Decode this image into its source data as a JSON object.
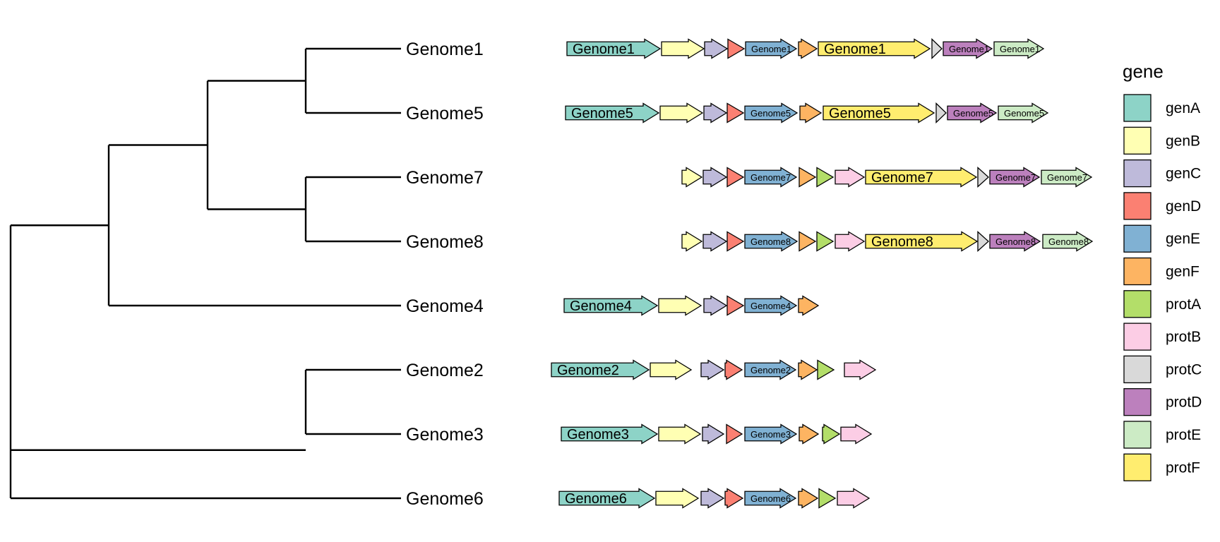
{
  "tree": {
    "tips_in_order": [
      "Genome1",
      "Genome5",
      "Genome7",
      "Genome8",
      "Genome4",
      "Genome2",
      "Genome3",
      "Genome6"
    ],
    "structure": [
      [
        [
          [
            "Genome1",
            "Genome5"
          ],
          [
            "Genome7",
            "Genome8"
          ]
        ],
        "Genome4"
      ],
      [
        [
          "Genome2",
          "Genome3"
        ],
        "Genome6"
      ]
    ]
  },
  "legend": {
    "title": "gene",
    "items": [
      {
        "gene": "genA",
        "color": "#8DD3C7"
      },
      {
        "gene": "genB",
        "color": "#FFFFB3"
      },
      {
        "gene": "genC",
        "color": "#BEBADA"
      },
      {
        "gene": "genD",
        "color": "#FB8072"
      },
      {
        "gene": "genE",
        "color": "#80B1D3"
      },
      {
        "gene": "genF",
        "color": "#FDB462"
      },
      {
        "gene": "protA",
        "color": "#B3DE69"
      },
      {
        "gene": "protB",
        "color": "#FCCDE5"
      },
      {
        "gene": "protC",
        "color": "#D9D9D9"
      },
      {
        "gene": "protD",
        "color": "#BC80BD"
      },
      {
        "gene": "protE",
        "color": "#CCEBC5"
      },
      {
        "gene": "protF",
        "color": "#FFED6F"
      }
    ]
  },
  "genomes": [
    {
      "molecule": "Genome1",
      "genes": [
        {
          "gene": "genA",
          "label": "Genome1"
        },
        {
          "gene": "genB",
          "label": ""
        },
        {
          "gene": "genC",
          "label": ""
        },
        {
          "gene": "genD",
          "label": ""
        },
        {
          "gene": "genE",
          "label": "Genome1"
        },
        {
          "gene": "genF",
          "label": ""
        },
        {
          "gene": "protF",
          "label": "Genome1"
        },
        {
          "gene": "protC",
          "label": ""
        },
        {
          "gene": "protD",
          "label": "Genome1"
        },
        {
          "gene": "protE",
          "label": "Genome1"
        }
      ]
    },
    {
      "molecule": "Genome5",
      "genes": [
        {
          "gene": "genA",
          "label": "Genome5"
        },
        {
          "gene": "genB",
          "label": ""
        },
        {
          "gene": "genC",
          "label": ""
        },
        {
          "gene": "genD",
          "label": ""
        },
        {
          "gene": "genE",
          "label": "Genome5"
        },
        {
          "gene": "genF",
          "label": ""
        },
        {
          "gene": "protF",
          "label": "Genome5"
        },
        {
          "gene": "protC",
          "label": ""
        },
        {
          "gene": "protD",
          "label": "Genome5"
        },
        {
          "gene": "protE",
          "label": "Genome5"
        }
      ]
    },
    {
      "molecule": "Genome7",
      "genes": [
        {
          "gene": "genB",
          "label": ""
        },
        {
          "gene": "genC",
          "label": ""
        },
        {
          "gene": "genD",
          "label": ""
        },
        {
          "gene": "genE",
          "label": "Genome7"
        },
        {
          "gene": "genF",
          "label": ""
        },
        {
          "gene": "protA",
          "label": ""
        },
        {
          "gene": "protB",
          "label": ""
        },
        {
          "gene": "protF",
          "label": "Genome7"
        },
        {
          "gene": "protC",
          "label": ""
        },
        {
          "gene": "protD",
          "label": "Genome7"
        },
        {
          "gene": "protE",
          "label": "Genome7"
        }
      ]
    },
    {
      "molecule": "Genome8",
      "genes": [
        {
          "gene": "genB",
          "label": ""
        },
        {
          "gene": "genC",
          "label": ""
        },
        {
          "gene": "genD",
          "label": ""
        },
        {
          "gene": "genE",
          "label": "Genome8"
        },
        {
          "gene": "genF",
          "label": ""
        },
        {
          "gene": "protA",
          "label": ""
        },
        {
          "gene": "protB",
          "label": ""
        },
        {
          "gene": "protF",
          "label": "Genome8"
        },
        {
          "gene": "protC",
          "label": ""
        },
        {
          "gene": "protD",
          "label": "Genome8"
        },
        {
          "gene": "protE",
          "label": "Genome8"
        }
      ]
    },
    {
      "molecule": "Genome4",
      "genes": [
        {
          "gene": "genA",
          "label": "Genome4"
        },
        {
          "gene": "genB",
          "label": ""
        },
        {
          "gene": "genC",
          "label": ""
        },
        {
          "gene": "genD",
          "label": ""
        },
        {
          "gene": "genE",
          "label": "Genome4"
        },
        {
          "gene": "genF",
          "label": ""
        }
      ]
    },
    {
      "molecule": "Genome2",
      "genes": [
        {
          "gene": "genA",
          "label": "Genome2"
        },
        {
          "gene": "genB",
          "label": ""
        },
        {
          "gene": "genC",
          "label": ""
        },
        {
          "gene": "genD",
          "label": ""
        },
        {
          "gene": "genE",
          "label": "Genome2"
        },
        {
          "gene": "genF",
          "label": ""
        },
        {
          "gene": "protA",
          "label": ""
        },
        {
          "gene": "protB",
          "label": ""
        }
      ]
    },
    {
      "molecule": "Genome3",
      "genes": [
        {
          "gene": "genA",
          "label": "Genome3"
        },
        {
          "gene": "genB",
          "label": ""
        },
        {
          "gene": "genC",
          "label": ""
        },
        {
          "gene": "genD",
          "label": ""
        },
        {
          "gene": "genE",
          "label": "Genome3"
        },
        {
          "gene": "genF",
          "label": ""
        },
        {
          "gene": "protA",
          "label": ""
        },
        {
          "gene": "protB",
          "label": ""
        }
      ]
    },
    {
      "molecule": "Genome6",
      "genes": [
        {
          "gene": "genA",
          "label": "Genome6"
        },
        {
          "gene": "genB",
          "label": ""
        },
        {
          "gene": "genC",
          "label": ""
        },
        {
          "gene": "genD",
          "label": ""
        },
        {
          "gene": "genE",
          "label": "Genome6"
        },
        {
          "gene": "genF",
          "label": ""
        },
        {
          "gene": "protA",
          "label": ""
        },
        {
          "gene": "protB",
          "label": ""
        }
      ]
    }
  ]
}
